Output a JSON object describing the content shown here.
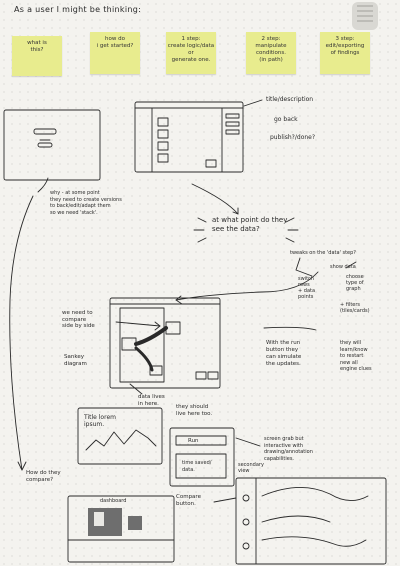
{
  "title": "As a user I might be thinking:",
  "stickies": [
    {
      "text": "what is\nthis?"
    },
    {
      "text": "how do\ni get started?"
    },
    {
      "text": "1 step:\ncreate logic/data\nor\ngenerate one."
    },
    {
      "text": "2 step:\nmanipulate\nconditions.\n(in path)"
    },
    {
      "text": "3 step:\nedit/exporting\nof findings"
    }
  ],
  "notes": {
    "title_desc": "title/description",
    "go_back": "go back",
    "publish_done": "publish?/done?",
    "why_note": "why - at some point\nthey need to create versions\nto back/edit/adapt them\nso we need 'stack'.",
    "data_point": "at what point do they\nsee the data?",
    "tweaks": "tweaks on the 'data' step?",
    "show_data": "show data",
    "choose": "choose\ntype of\ngraph",
    "filters": "+ filters\n(tiles/cards)",
    "switch_rows": "switch\nrows\n+ data\npoints",
    "compare_side": "we need to\ncompare\nside by side",
    "sankey": "Sankey\ndiagram",
    "data_lives": "data lives\nin here.",
    "run_button": "With the run\nbutton they\ncan simulate\nthe updates.",
    "they_will": "they will\nlearn/know\nto restart\nnew all\nengine clues",
    "should_live": "they should\nlive here too.",
    "title_lorem": "Title lorem\nipsum.",
    "run": "Run",
    "time_saved": "time saved/\ndata.",
    "screen_grab": "screen grab but\ninteractive with\ndrawing/annotation\ncapabilities.",
    "secondary": "secondary\nview",
    "how_compare": "How do they\ncompare?",
    "dashboard": "dashboard",
    "compare_button": "Compare\nbutton."
  }
}
